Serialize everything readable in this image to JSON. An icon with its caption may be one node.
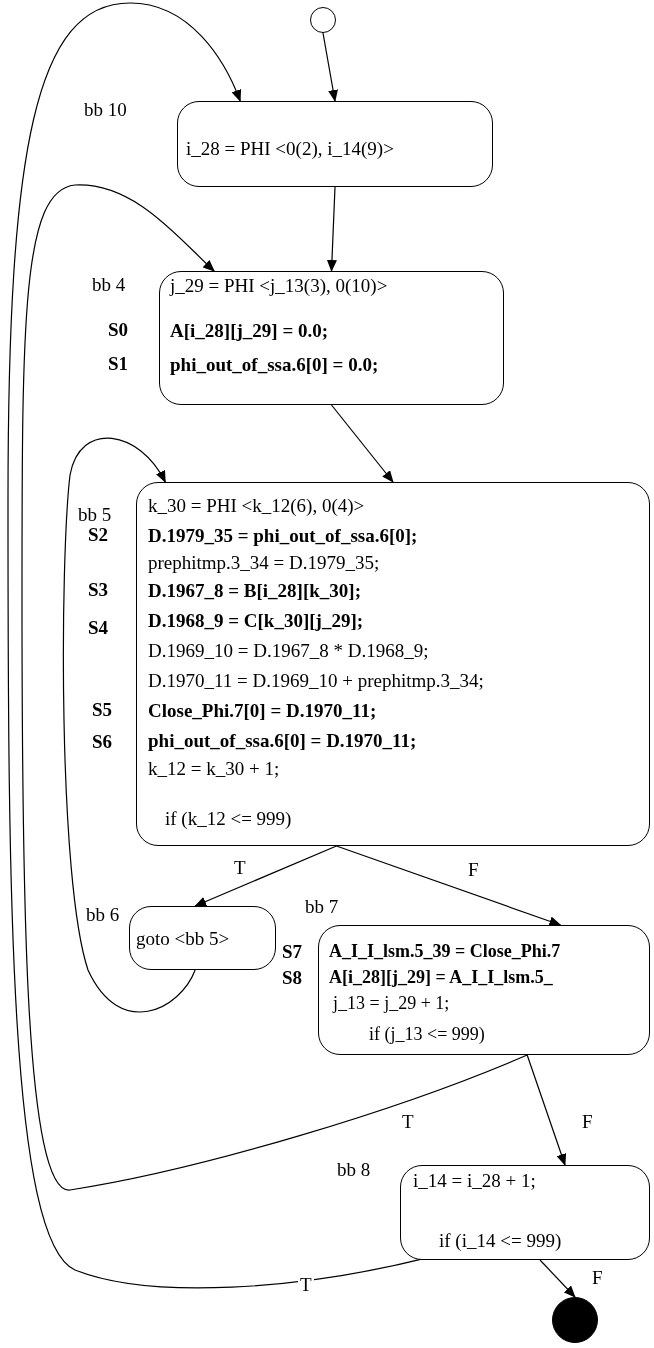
{
  "diagram": {
    "nodes": [
      {
        "text": [],
        "shape": "circle"
      },
      {
        "text": [
          "i_28 = PHI <0(2), i_14(9)>"
        ],
        "beside": [
          "bb 10"
        ]
      },
      {
        "text": [
          "j_29 = PHI <j_13(3), 0(10)>",
          "A[i_28][j_29] = 0.0;",
          "phi_out_of_ssa.6[0] = 0.0;"
        ],
        "beside": [
          "bb 4",
          "S0",
          "S1"
        ]
      },
      {
        "text": [
          "k_30 = PHI <k_12(6), 0(4)>",
          "D.1979_35 = phi_out_of_ssa.6[0];",
          "prephitmp.3_34 = D.1979_35;",
          "D.1967_8 = B[i_28][k_30];",
          "D.1968_9 = C[k_30][j_29];",
          "D.1969_10 = D.1967_8 * D.1968_9;",
          "D.1970_11 = D.1969_10 + prephitmp.3_34;",
          "Close_Phi.7[0] = D.1970_11;",
          "phi_out_of_ssa.6[0] = D.1970_11;",
          "k_12 = k_30 + 1;",
          "if (k_12 <= 999)"
        ],
        "beside": [
          "bb 5",
          "S2",
          "S3",
          "S4",
          "S5",
          "S6"
        ]
      },
      {
        "text": [
          "goto <bb 5>"
        ],
        "beside": [
          "bb 6"
        ]
      },
      {
        "text": [
          "A_I_I_lsm.5_39 = Close_Phi.7",
          "A[i_28][j_29] = A_I_I_lsm.5_",
          "j_13 = j_29 + 1;",
          "if (j_13 <= 999)"
        ],
        "beside": [
          "bb 7",
          "S7",
          "S8"
        ]
      },
      {
        "text": [
          "i_14 = i_28 + 1;",
          "if (i_14 <= 999)"
        ],
        "beside": [
          "bb 8"
        ]
      },
      {
        "text": [],
        "shape": "circle"
      }
    ],
    "edges": [
      {
        "from": 0,
        "to": 1,
        "arrow": "to"
      },
      {
        "from": 1,
        "to": 2,
        "arrow": "to"
      },
      {
        "from": 2,
        "to": 3,
        "arrow": "to"
      },
      {
        "from": 3,
        "to": 4,
        "arrow": "to",
        "label": "T"
      },
      {
        "from": 3,
        "to": 5,
        "arrow": "to",
        "label": "F"
      },
      {
        "from": 4,
        "to": 3,
        "arrow": "to"
      },
      {
        "from": 5,
        "to": 6,
        "arrow": "to",
        "label": "F"
      },
      {
        "from": 5,
        "to": 2,
        "arrow": "to",
        "label": "T"
      },
      {
        "from": 6,
        "to": 1,
        "arrow": "to",
        "label": "T"
      },
      {
        "from": 6,
        "to": 7,
        "arrow": "to",
        "label": "F"
      }
    ]
  }
}
